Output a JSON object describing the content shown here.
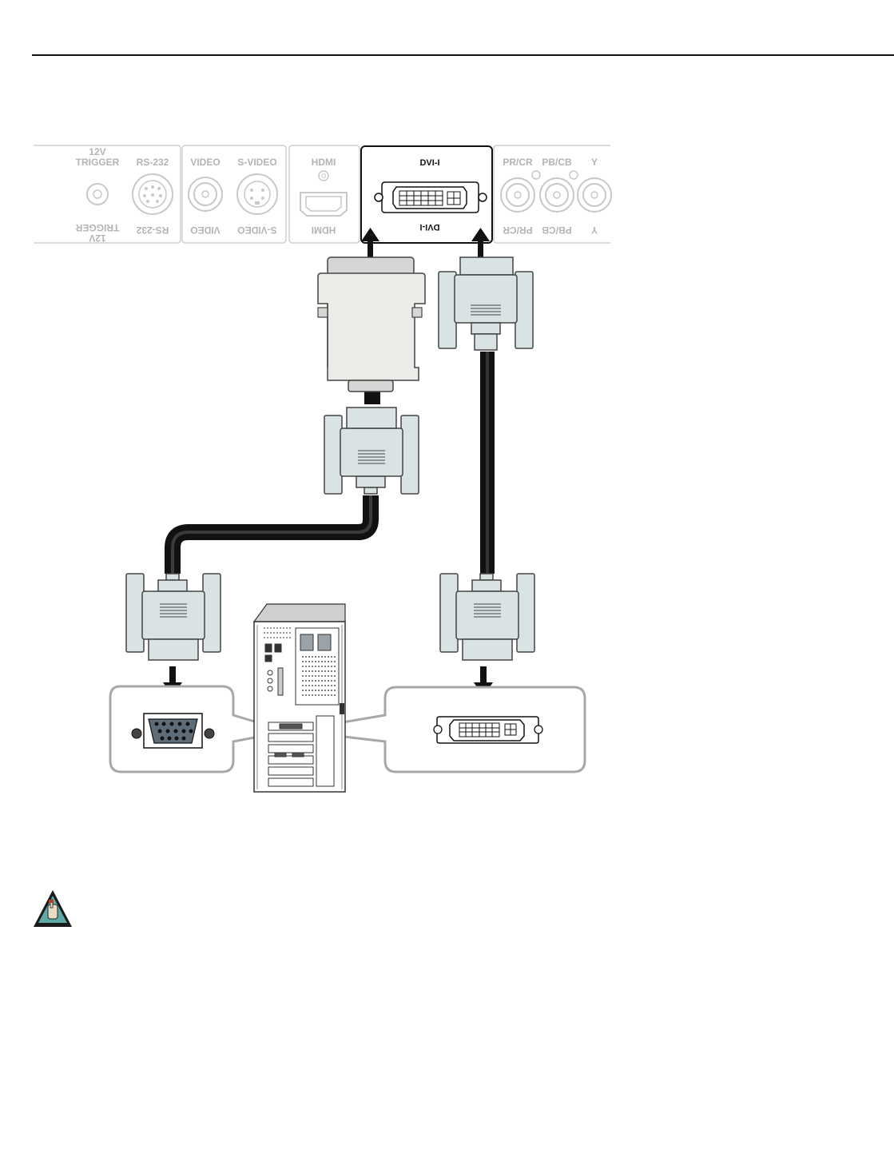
{
  "panel": {
    "trigger_top": "12V",
    "trigger_bottom": "TRIGGER",
    "rs232": "RS-232",
    "video": "VIDEO",
    "svideo": "S-VIDEO",
    "hdmi": "HDMI",
    "dvi": "DVI-I",
    "pr": "PR/CR",
    "pb": "PB/CB",
    "y": "Y"
  },
  "icons": {
    "note": "note-hand-icon"
  },
  "colors": {
    "connector_fill": "#d9e3e3",
    "adapter_fill": "#ebebe8",
    "panel_border": "#d0d0d0",
    "label_gray": "#b4b4b4"
  }
}
